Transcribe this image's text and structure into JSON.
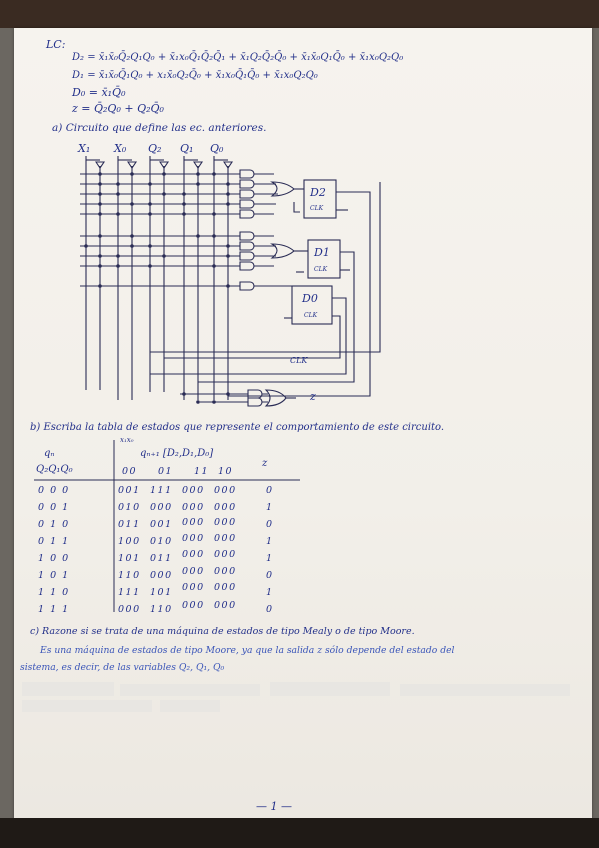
{
  "equations": {
    "label": "LC:",
    "d2": "D₂ = x̄₁x̄₀Q̄₂Q₁Q₀ + x̄₁x₀Q̄₁Q̄₂Q̄₁ + x̄₁Q₂Q̄₂Q̄₀ + x̄₁x̄₀Q₁Q̄₀ + x̄₁x₀Q₂Q₀",
    "d1": "D₁ = x̄₁x̄₀Q̄₁Q₀ + x₁x̄₀Q₂Q̄₀ + x̄₁x₀Q̄₁Q̄₀ + x̄₁x₀Q₂Q₀",
    "d0": "D₀ = x̄₁Q̄₀",
    "z": "z = Q̄₂Q₀ + Q₂Q̄₀"
  },
  "part_a": {
    "title": "a) Circuito que define las ec. anteriores.",
    "inputs": [
      "X₁",
      "X₀",
      "Q₂",
      "Q₁",
      "Q₀"
    ],
    "ff_labels": [
      "D2",
      "D1",
      "D0"
    ],
    "clk_label": "CLK",
    "clk_bus_label": "CLK",
    "output_label": "z"
  },
  "part_b": {
    "title": "b) Escriba la tabla de estados que represente el comportamiento de este circuito.",
    "col_label": "x₁x₀",
    "state_header": "qₙ",
    "state_subheader": "Q₂Q₁Q₀",
    "next_header": "qₙ₊₁ [D₂,D₁,D₀]",
    "z_header": "z",
    "inputs": [
      "00",
      "01",
      "11",
      "10"
    ],
    "rows": [
      {
        "state": "0 0 0",
        "next": [
          "001",
          "111",
          "000",
          "000"
        ],
        "z": "0"
      },
      {
        "state": "0 0 1",
        "next": [
          "010",
          "000",
          "000",
          "000"
        ],
        "z": "1"
      },
      {
        "state": "0 1 0",
        "next": [
          "011",
          "001",
          "000",
          "000"
        ],
        "z": "0"
      },
      {
        "state": "0 1 1",
        "next": [
          "100",
          "010",
          "000",
          "000"
        ],
        "z": "1"
      },
      {
        "state": "1 0 0",
        "next": [
          "101",
          "011",
          "000",
          "000"
        ],
        "z": "1"
      },
      {
        "state": "1 0 1",
        "next": [
          "110",
          "000",
          "000",
          "000"
        ],
        "z": "0"
      },
      {
        "state": "1 1 0",
        "next": [
          "111",
          "101",
          "000",
          "000"
        ],
        "z": "1"
      },
      {
        "state": "1 1 1",
        "next": [
          "000",
          "110",
          "000",
          "000"
        ],
        "z": "0"
      }
    ]
  },
  "part_c": {
    "title": "c) Razone si se trata de una máquina de estados de tipo Mealy o de tipo Moore.",
    "answer_line1": "Es una máquina de estados de tipo Moore, ya que la salida z sólo depende del estado del",
    "answer_line2": "sistema, es decir, de las variables Q₂, Q₁, Q₀"
  },
  "page_number": "— 1 —"
}
